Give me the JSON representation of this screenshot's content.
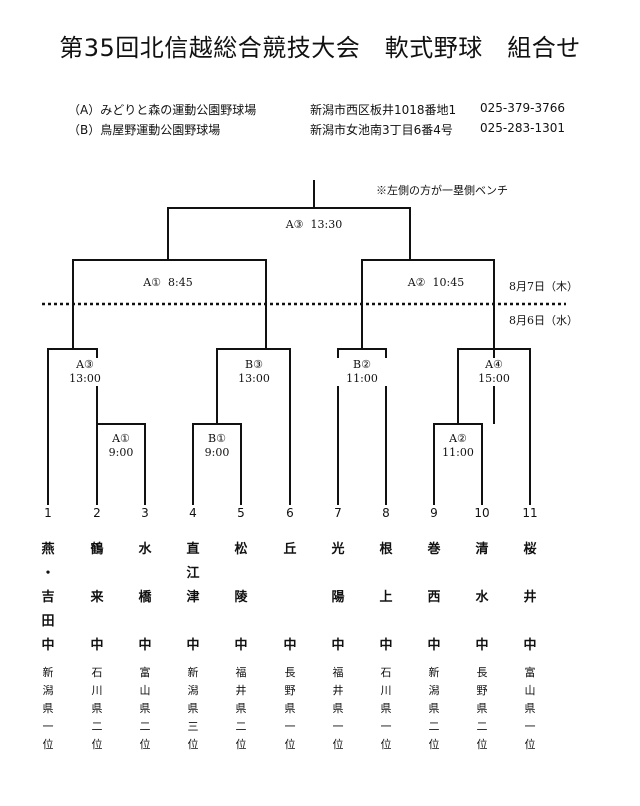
{
  "title": "第35回北信越総合競技大会　軟式野球　組合せ",
  "venues": [
    {
      "name": "（A）みどりと森の運動公園野球場",
      "address": "新潟市西区板井1018番地1",
      "tel": "025-379-3766"
    },
    {
      "name": "（B）鳥屋野運動公園野球場",
      "address": "新潟市女池南3丁目6番4号",
      "tel": "025-283-1301"
    }
  ],
  "note": "※左側の方が一塁側ベンチ",
  "dates": {
    "upper": "8月7日（木）",
    "lower": "8月6日（水）"
  },
  "games": {
    "final": {
      "code": "A③",
      "time": "13:30"
    },
    "semi_left": {
      "code": "A①",
      "time": "8:45"
    },
    "semi_right": {
      "code": "A②",
      "time": "10:45"
    },
    "qf1": {
      "code": "A③",
      "time": "13:00"
    },
    "qf2": {
      "code": "B③",
      "time": "13:00"
    },
    "qf3": {
      "code": "B②",
      "time": "11:00"
    },
    "qf4": {
      "code": "A④",
      "time": "15:00"
    },
    "r1a": {
      "code": "A①",
      "time": "9:00"
    },
    "r1b": {
      "code": "B①",
      "time": "9:00"
    },
    "r1c": {
      "code": "A②",
      "time": "11:00"
    }
  },
  "teams": [
    {
      "num": "1",
      "name": [
        "燕",
        "・",
        "吉",
        "田",
        "中"
      ],
      "pref": [
        "新",
        "潟",
        "県",
        "一",
        "位"
      ]
    },
    {
      "num": "2",
      "name": [
        "鶴",
        "",
        "来",
        "",
        "中"
      ],
      "pref": [
        "石",
        "川",
        "県",
        "二",
        "位"
      ]
    },
    {
      "num": "3",
      "name": [
        "水",
        "",
        "橋",
        "",
        "中"
      ],
      "pref": [
        "富",
        "山",
        "県",
        "二",
        "位"
      ]
    },
    {
      "num": "4",
      "name": [
        "直",
        "江",
        "津",
        "",
        "中"
      ],
      "pref": [
        "新",
        "潟",
        "県",
        "三",
        "位"
      ]
    },
    {
      "num": "5",
      "name": [
        "松",
        "",
        "陵",
        "",
        "中"
      ],
      "pref": [
        "福",
        "井",
        "県",
        "二",
        "位"
      ]
    },
    {
      "num": "6",
      "name": [
        "丘",
        "",
        "",
        "",
        "中"
      ],
      "pref": [
        "長",
        "野",
        "県",
        "一",
        "位"
      ]
    },
    {
      "num": "7",
      "name": [
        "光",
        "",
        "陽",
        "",
        "中"
      ],
      "pref": [
        "福",
        "井",
        "県",
        "一",
        "位"
      ]
    },
    {
      "num": "8",
      "name": [
        "根",
        "",
        "上",
        "",
        "中"
      ],
      "pref": [
        "石",
        "川",
        "県",
        "一",
        "位"
      ]
    },
    {
      "num": "9",
      "name": [
        "巻",
        "",
        "西",
        "",
        "中"
      ],
      "pref": [
        "新",
        "潟",
        "県",
        "二",
        "位"
      ]
    },
    {
      "num": "10",
      "name": [
        "清",
        "",
        "水",
        "",
        "中"
      ],
      "pref": [
        "長",
        "野",
        "県",
        "二",
        "位"
      ]
    },
    {
      "num": "11",
      "name": [
        "桜",
        "",
        "井",
        "",
        "中"
      ],
      "pref": [
        "富",
        "山",
        "県",
        "一",
        "位"
      ]
    }
  ]
}
